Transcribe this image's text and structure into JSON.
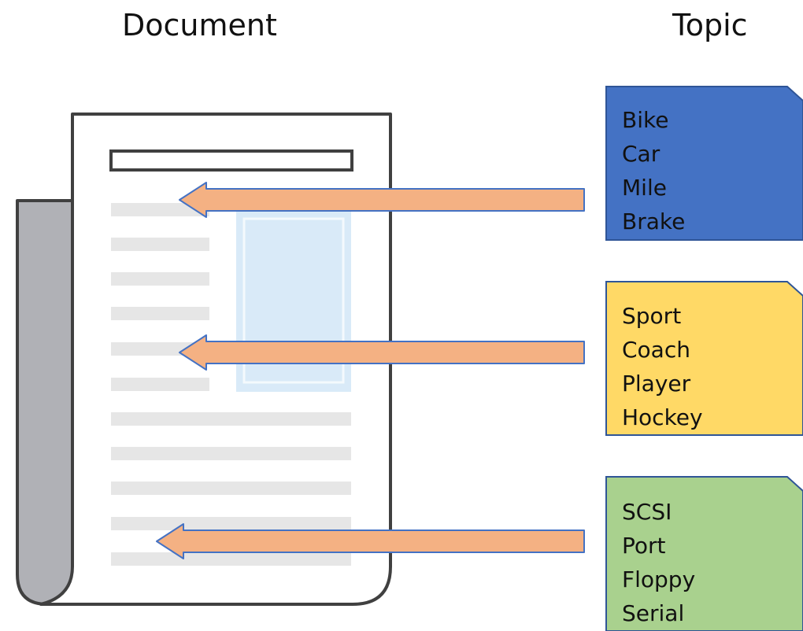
{
  "headings": {
    "document": "Document",
    "topic": "Topic"
  },
  "colors": {
    "document_page": "#ffffff",
    "document_outline": "#404040",
    "document_fold": "#b0b1b6",
    "text_line": "#e6e6e6",
    "image_block": "#d9eaf8",
    "arrow_fill": "#f4b183",
    "arrow_outline": "#4472c4"
  },
  "topics": [
    {
      "color": "#4472c4",
      "words": [
        "Bike",
        "Car",
        "Mile",
        "Brake"
      ]
    },
    {
      "color": "#ffd966",
      "words": [
        "Sport",
        "Coach",
        "Player",
        "Hockey"
      ]
    },
    {
      "color": "#a9d18e",
      "words": [
        "SCSI",
        "Port",
        "Floppy",
        "Serial"
      ]
    }
  ]
}
